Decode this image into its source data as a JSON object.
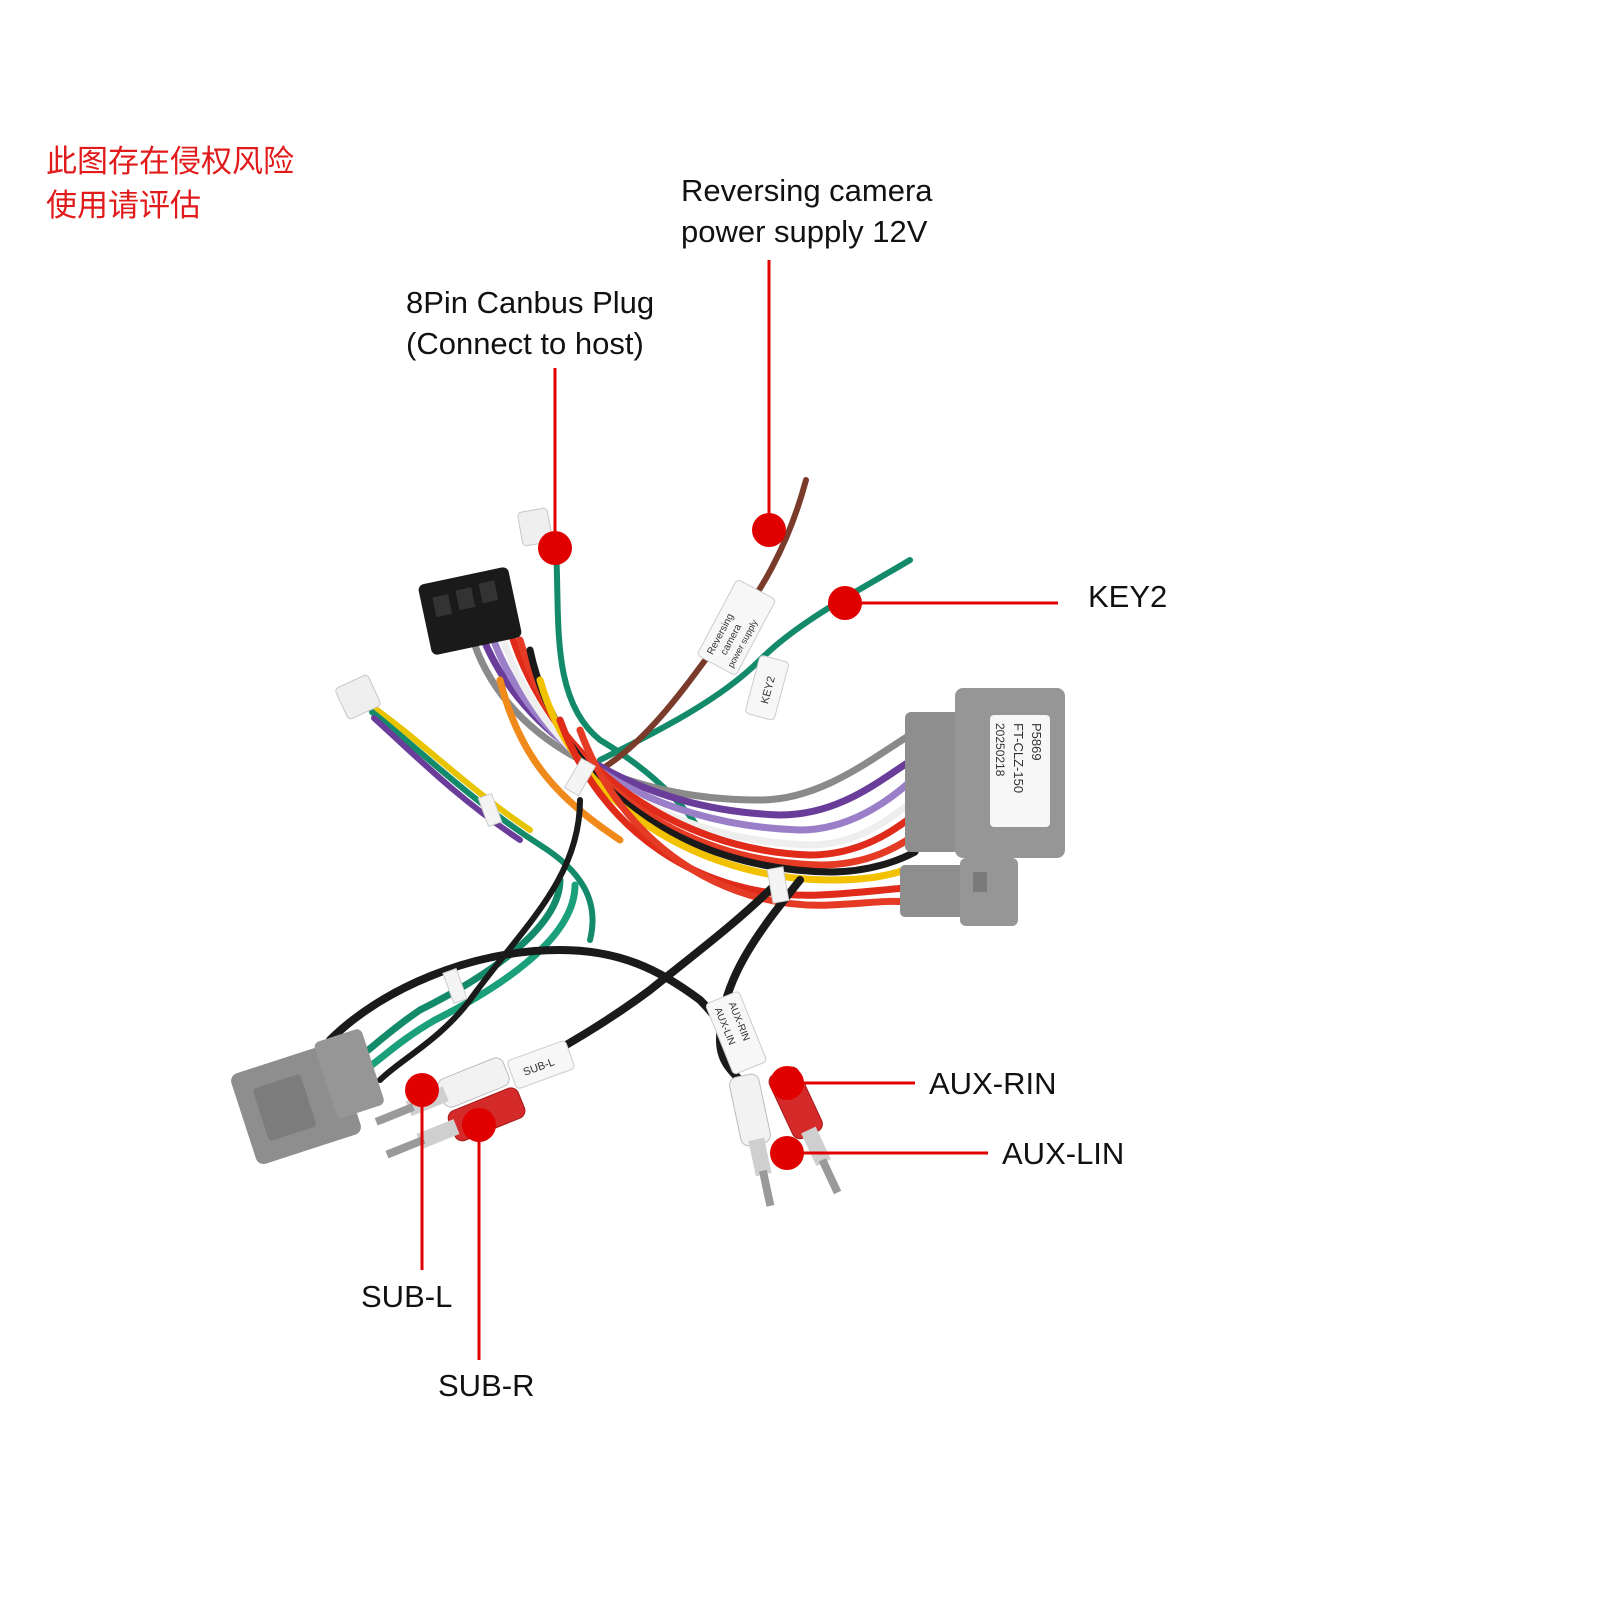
{
  "watermark": {
    "line1": "此图存在侵权风险",
    "line2": "使用请评估"
  },
  "callouts": {
    "camera_power": {
      "line1": "Reversing camera",
      "line2": "power supply 12V"
    },
    "canbus_plug": {
      "line1": "8Pin Canbus Plug",
      "line2": "(Connect to host)"
    },
    "key2": "KEY2",
    "aux_rin": "AUX-RIN",
    "aux_lin": "AUX-LIN",
    "sub_l": "SUB-L",
    "sub_r": "SUB-R"
  },
  "wire_tags": {
    "reversing_tag": [
      "Reversing",
      "camera",
      "power supply"
    ],
    "key2_tag": "KEY2",
    "sub_l_tag": "SUB-L",
    "aux_tag_top": "AUX-RIN",
    "aux_tag_bottom": "AUX-LIN"
  },
  "connector_label": {
    "line1": "P5869",
    "line2": "FT-CLZ-150",
    "line3": "20250218"
  },
  "colors": {
    "callout_red": "#e00000",
    "connector_gray": "#8e8e8e",
    "wire_green": "#138a6a",
    "wire_brown": "#7a3b2a",
    "rca_red": "#d42a2a",
    "rca_white": "#f2f2f2"
  }
}
